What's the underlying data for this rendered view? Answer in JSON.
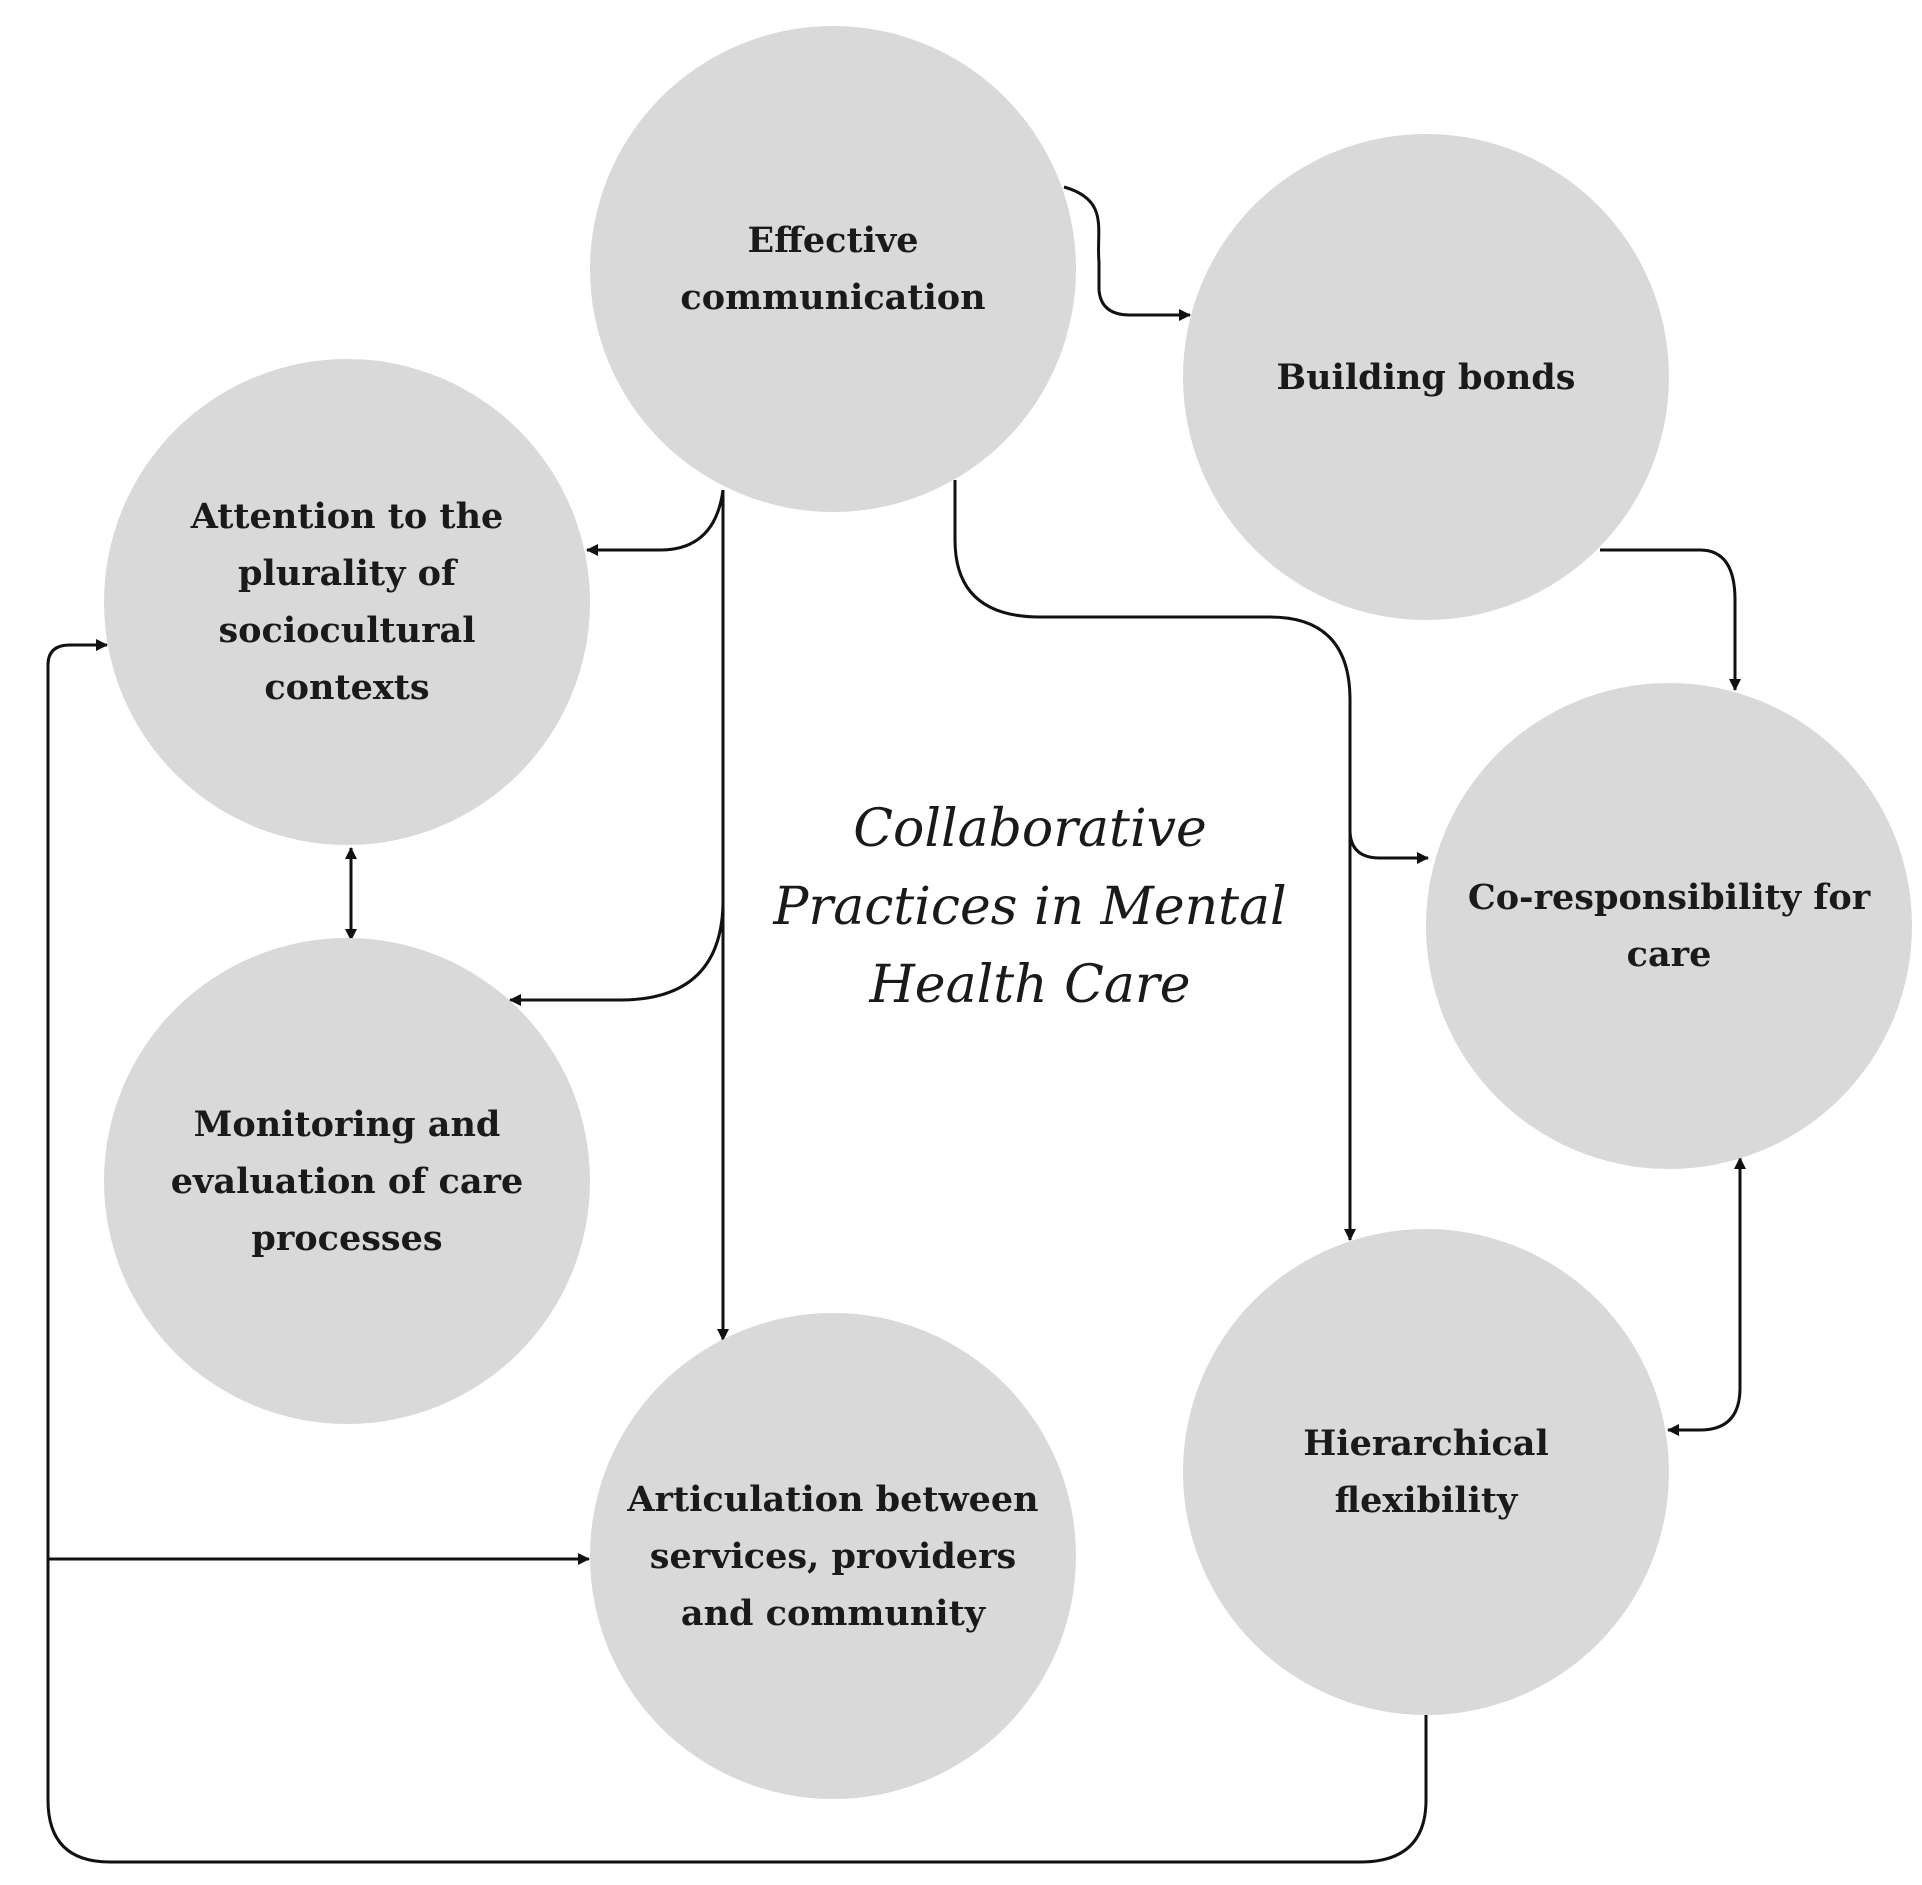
{
  "title": "Collaborative Practices in Mental Health Care",
  "nodes": {
    "effective_communication": "Effective communication",
    "building_bonds": "Building bonds",
    "attention_plurality": "Attention to the plurality of sociocultural contexts",
    "co_responsibility": "Co-responsibility for care",
    "monitoring_evaluation": "Monitoring and evaluation of care processes",
    "articulation": "Articulation between services, providers and community",
    "hierarchical_flexibility": "Hierarchical flexibility"
  },
  "connections": [
    {
      "from": "Effective communication",
      "to": "Building bonds",
      "direction": "one-way"
    },
    {
      "from": "Effective communication",
      "to": "Attention to the plurality of sociocultural contexts",
      "direction": "one-way"
    },
    {
      "from": "Effective communication",
      "to": "Monitoring and evaluation of care processes",
      "direction": "one-way"
    },
    {
      "from": "Effective communication",
      "to": "Articulation between services, providers and community",
      "direction": "one-way"
    },
    {
      "from": "Effective communication",
      "to": "Co-responsibility for care",
      "direction": "one-way"
    },
    {
      "from": "Effective communication",
      "to": "Hierarchical flexibility",
      "direction": "one-way"
    },
    {
      "from": "Building bonds",
      "to": "Co-responsibility for care",
      "direction": "one-way"
    },
    {
      "from": "Attention to the plurality of sociocultural contexts",
      "to": "Monitoring and evaluation of care processes",
      "direction": "two-way"
    },
    {
      "from": "Co-responsibility for care",
      "to": "Hierarchical flexibility",
      "direction": "two-way"
    },
    {
      "from": "Hierarchical flexibility",
      "to": "Attention to the plurality of sociocultural contexts",
      "direction": "one-way"
    },
    {
      "from": "Hierarchical flexibility",
      "to": "Articulation between services, providers and community",
      "direction": "one-way"
    }
  ]
}
